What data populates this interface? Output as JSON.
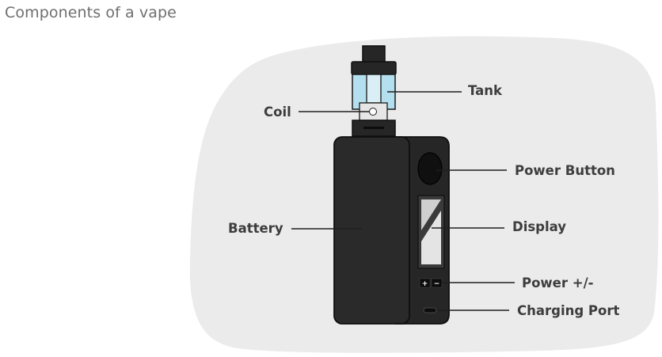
{
  "title": "Components of a vape",
  "labels": {
    "tank": "Tank",
    "coil": "Coil",
    "power_button": "Power Button",
    "battery": "Battery",
    "display": "Display",
    "power_adjust": "Power +/-",
    "charging_port": "Charging Port"
  },
  "buttons": {
    "plus": "+",
    "minus": "−"
  },
  "colors": {
    "background_blob": "#ebebeb",
    "device_body": "#262626",
    "device_outline": "#0f0f0f",
    "tank_liquid": "#b3dfee",
    "label_text": "#3d3d3d",
    "title_text": "#6f6f6f"
  }
}
